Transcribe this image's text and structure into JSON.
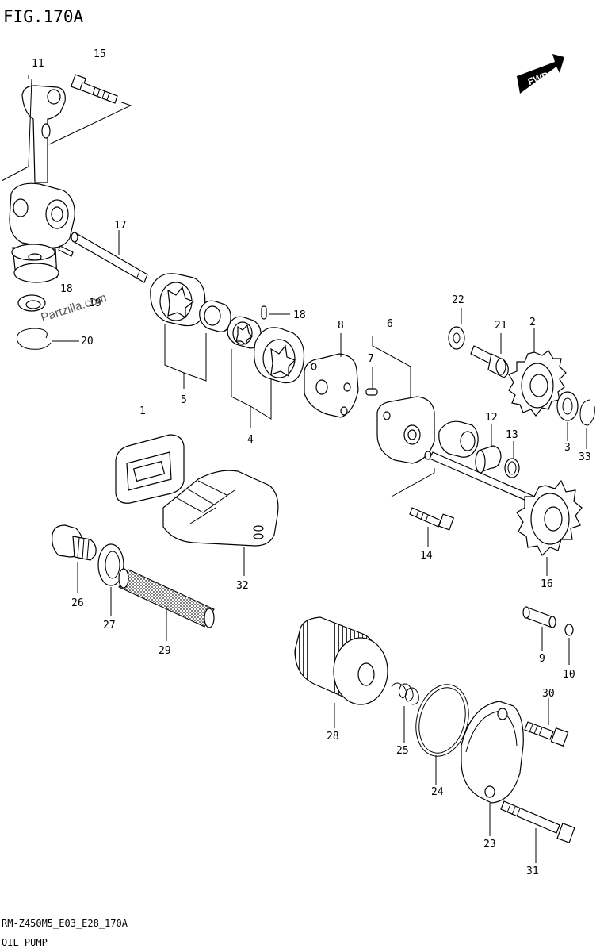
{
  "figure_title": "FIG.170A",
  "fwd_label": "FWD",
  "watermark": "Partzilla.com",
  "footer": {
    "code": "RM-Z450M5_E03_E28_170A",
    "name": "OIL PUMP"
  },
  "callouts": {
    "c1": "1",
    "c2": "2",
    "c3": "3",
    "c4": "4",
    "c5": "5",
    "c6": "6",
    "c7": "7",
    "c8": "8",
    "c9": "9",
    "c10": "10",
    "c11": "11",
    "c12": "12",
    "c13": "13",
    "c14": "14",
    "c15": "15",
    "c16": "16",
    "c17": "17",
    "c18a": "18",
    "c18b": "18",
    "c19": "19",
    "c20": "20",
    "c21": "21",
    "c22": "22",
    "c23": "23",
    "c24": "24",
    "c25": "25",
    "c26": "26",
    "c27": "27",
    "c28": "28",
    "c29": "29",
    "c30": "30",
    "c31": "31",
    "c32": "32",
    "c33": "33"
  }
}
